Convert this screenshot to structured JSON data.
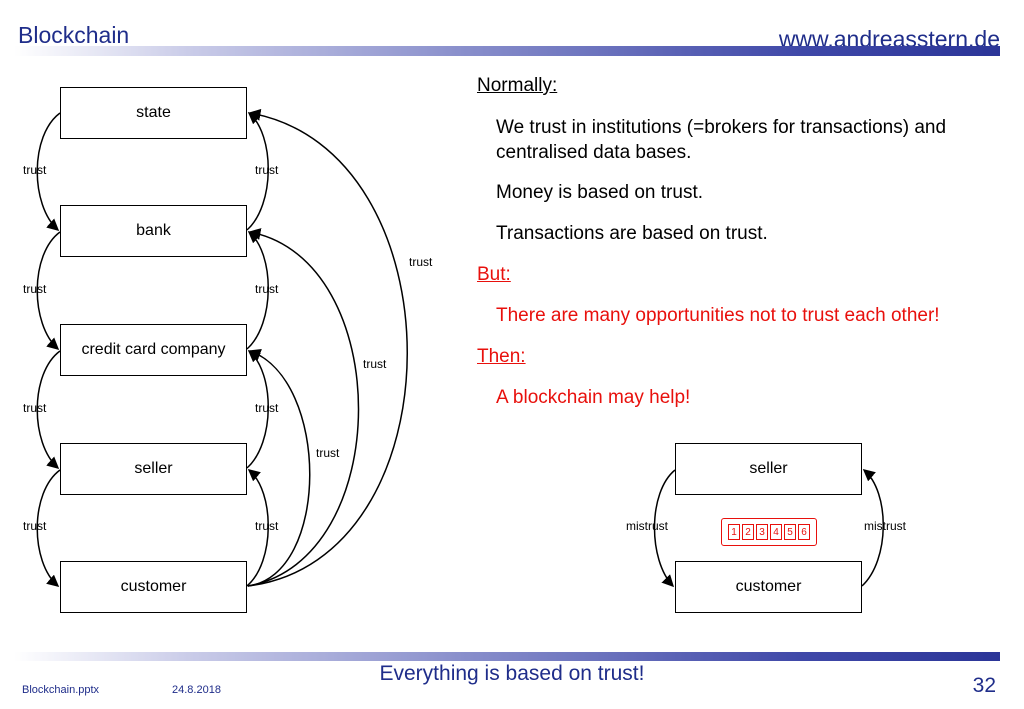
{
  "header": {
    "title": "Blockchain",
    "site": "www.andreasstern.de"
  },
  "diagram_left": {
    "nodes": [
      "state",
      "bank",
      "credit card company",
      "seller",
      "customer"
    ],
    "edge_label": "trust"
  },
  "text": {
    "normally": "Normally:",
    "line1a": "We trust in institutions (=brokers for transactions) and",
    "line1b": "centralised data bases.",
    "line2": "Money is based on trust.",
    "line3": "Transactions are based on trust.",
    "but": "But:",
    "line4": "There are many opportunities not to trust each other!",
    "then": "Then:",
    "line5": "A blockchain may help!"
  },
  "diagram_right": {
    "seller": "seller",
    "customer": "customer",
    "mistrust": "mistrust",
    "blocks": [
      "1",
      "2",
      "3",
      "4",
      "5",
      "6"
    ]
  },
  "footer": {
    "tagline": "Everything is based on trust!",
    "file": "Blockchain.pptx",
    "date": "24.8.2018",
    "page": "32"
  }
}
